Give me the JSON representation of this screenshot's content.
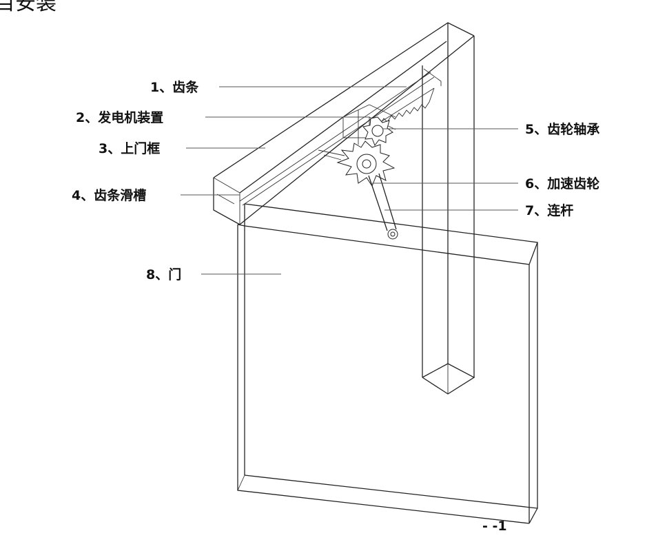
{
  "top_text": "目安装",
  "labels": {
    "rack": "1、齿条",
    "generator": "2、发电机装置",
    "upper_frame": "3、上门框",
    "rack_slot": "4、齿条滑槽",
    "gear_bearing": "5、齿轮轴承",
    "speed_gear": "6、加速齿轮",
    "link_rod": "7、连杆",
    "door": "8、门"
  },
  "bottom_text": "- -1"
}
